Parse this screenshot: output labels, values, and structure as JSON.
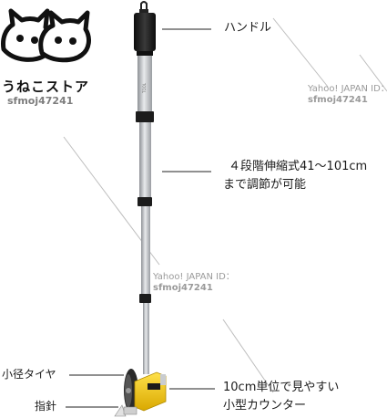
{
  "store": {
    "name": "うねこストア",
    "seller_id": "sfmoj47241"
  },
  "watermark": {
    "top_right_line1": "Yahoo! JAPAN ID：",
    "top_right_line2": "sfmoj47241",
    "center_line1": "Yahoo! JAPAN ID：",
    "center_line2": "sfmoj47241"
  },
  "labels": {
    "handle": "ハンドル",
    "extend_line1": "４段階伸縮式41～101cm",
    "extend_line2": "まで調節が可能",
    "counter_line1": "10cm単位で見やすい",
    "counter_line2": "小型カウンター",
    "tire": "小径タイヤ",
    "pointer": "指針"
  },
  "colors": {
    "handle_grip": "#1b1b1b",
    "tube": "#c9ccd0",
    "joint": "#222222",
    "counter": "#f2c400",
    "wheel": "#2a2a2a",
    "watermark_line": "#b5b5b5"
  }
}
